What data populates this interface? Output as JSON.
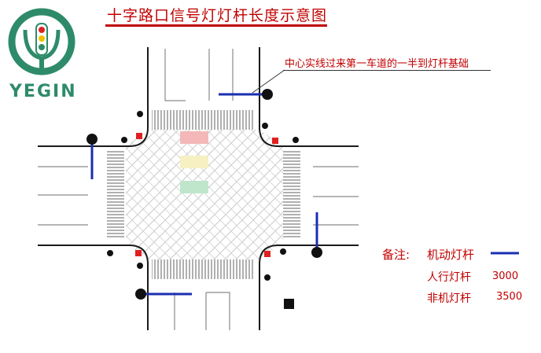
{
  "title": "十字路口信号灯灯杆长度示意图",
  "annotation": "中心实线过来第一车道的一半到灯杆基础",
  "logo": {
    "text": "YEGIN",
    "brand_color": "#2e8b6a"
  },
  "legend": {
    "title": "备注:",
    "items": [
      {
        "label": "机动灯杆",
        "value": "",
        "line_color": "#1a2fb0"
      },
      {
        "label": "人行灯杆",
        "value": "3000"
      },
      {
        "label": "非机灯杆",
        "value": "3500"
      }
    ]
  },
  "colors": {
    "title_red": "#c00000",
    "pole_blue": "#1a2fb0",
    "signal_red": "#f4b8b8",
    "signal_yellow": "#f7f0c2",
    "signal_green": "#bfe6cb",
    "marker_red": "#e02020"
  }
}
